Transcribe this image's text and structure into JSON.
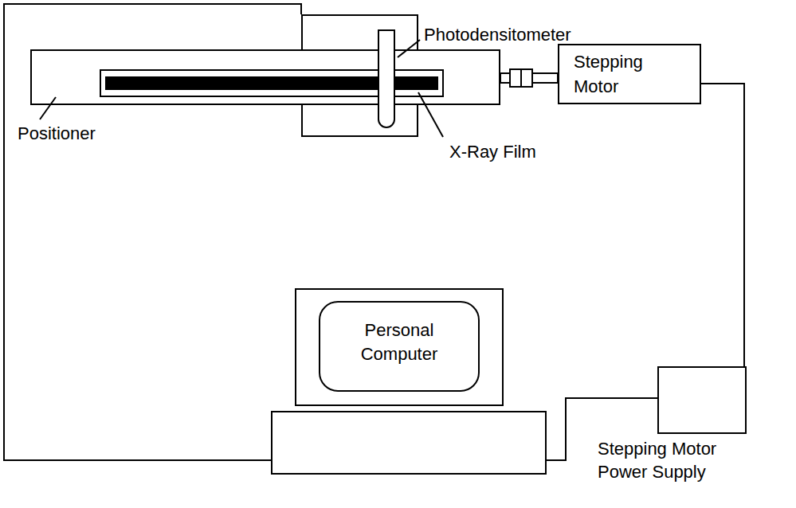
{
  "diagram": {
    "nodes": [
      {
        "text": [
          "Photodensitometer"
        ]
      },
      {
        "text": [
          "Positioner"
        ]
      },
      {
        "text": [
          "X-Ray Film"
        ],
        "in": 1
      },
      {
        "text": [
          "Stepping Motor"
        ]
      },
      {
        "text": [
          "Personal Computer"
        ]
      },
      {
        "text": [
          "Stepping Motor Power Supply"
        ]
      }
    ],
    "edges": [
      {
        "from": 4,
        "to": 0,
        "arrow": "none"
      },
      {
        "from": 4,
        "to": 5,
        "arrow": "none"
      },
      {
        "from": 5,
        "to": 3,
        "arrow": "none"
      }
    ]
  }
}
